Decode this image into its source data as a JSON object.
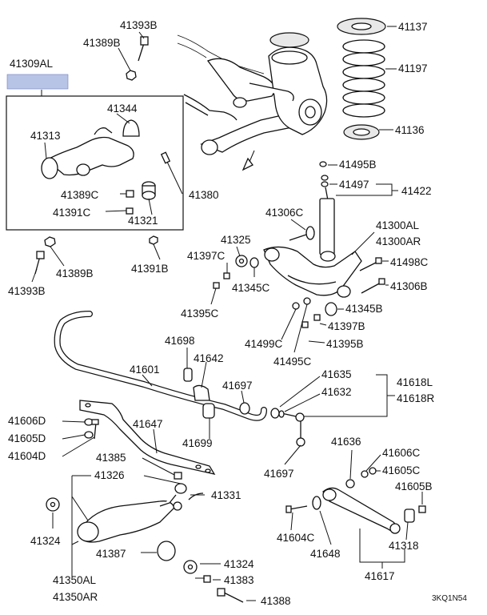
{
  "diagram": {
    "labels": {
      "l41393B_top": "41393B",
      "l41389B_top": "41389B",
      "l41309AL": "41309AL",
      "l41344": "41344",
      "l41313": "41313",
      "l41389C": "41389C",
      "l41391C": "41391C",
      "l41321": "41321",
      "l41380": "41380",
      "l41389B_bot": "41389B",
      "l41391B": "41391B",
      "l41393B_bot": "41393B",
      "l41137": "41137",
      "l41197": "41197",
      "l41136": "41136",
      "l41495B": "41495B",
      "l41497": "41497",
      "l41422": "41422",
      "l41306C": "41306C",
      "l41300AL": "41300AL",
      "l41300AR": "41300AR",
      "l41325": "41325",
      "l41397C": "41397C",
      "l41345C": "41345C",
      "l41498C": "41498C",
      "l41306B": "41306B",
      "l41395C": "41395C",
      "l41345B": "41345B",
      "l41397B": "41397B",
      "l41499C": "41499C",
      "l41395B": "41395B",
      "l41495C": "41495C",
      "l41698": "41698",
      "l41642": "41642",
      "l41601": "41601",
      "l41697_top": "41697",
      "l41635": "41635",
      "l41632": "41632",
      "l41618L": "41618L",
      "l41618R": "41618R",
      "l41606D": "41606D",
      "l41605D": "41605D",
      "l41604D": "41604D",
      "l41647": "41647",
      "l41699": "41699",
      "l41385": "41385",
      "l41326": "41326",
      "l41697_bot": "41697",
      "l41636": "41636",
      "l41606C": "41606C",
      "l41605C": "41605C",
      "l41605B": "41605B",
      "l41331": "41331",
      "l41324_top": "41324",
      "l41604C": "41604C",
      "l41648": "41648",
      "l41318": "41318",
      "l41387": "41387",
      "l41324_bot": "41324",
      "l41383": "41383",
      "l41350AL": "41350AL",
      "l41350AR": "41350AR",
      "l41617": "41617",
      "l41388": "41388"
    },
    "figure_code": "3KQ1N54",
    "highlight_color": "#b8c4e6"
  }
}
